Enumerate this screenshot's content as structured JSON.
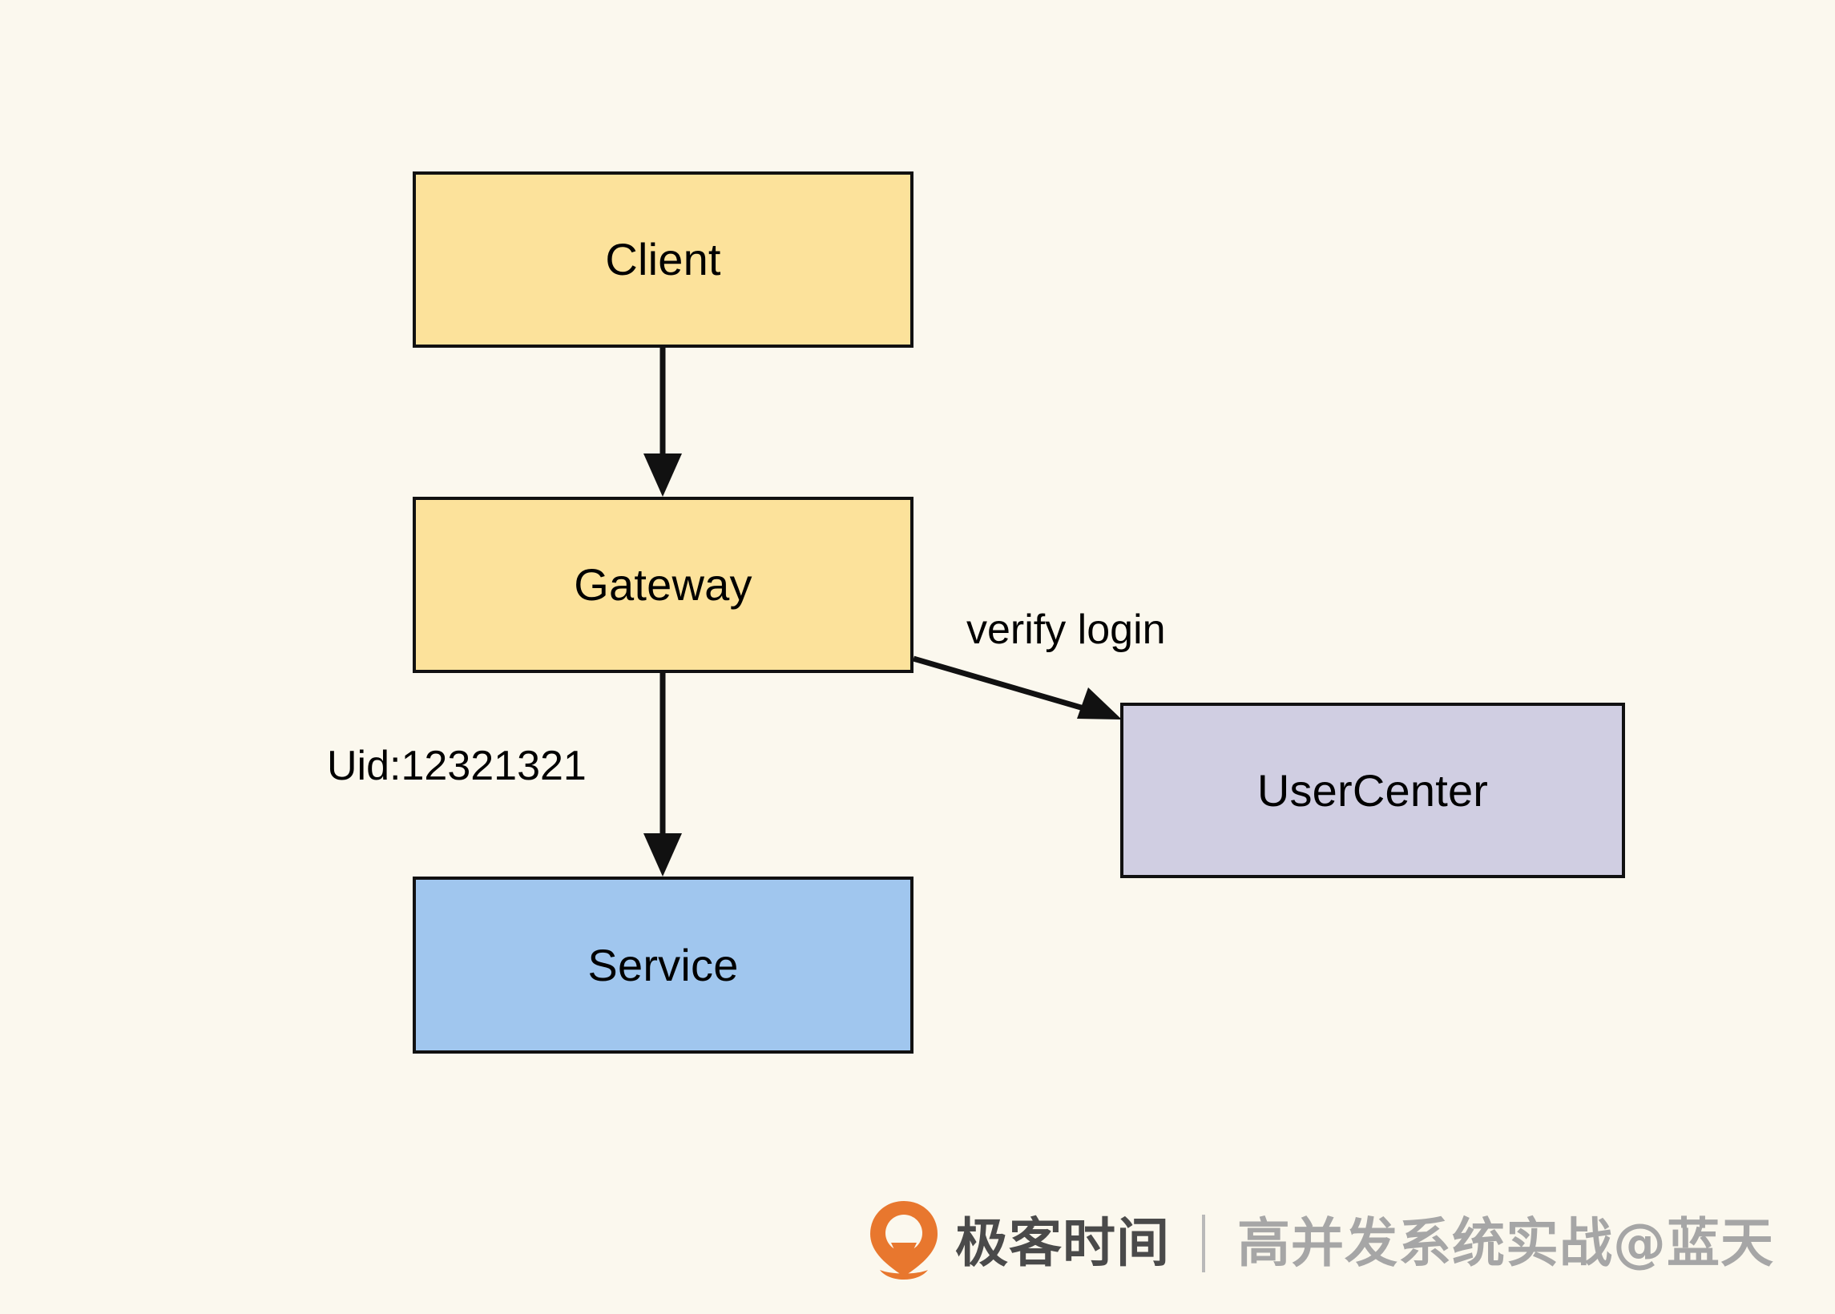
{
  "diagram": {
    "type": "flowchart",
    "background_color": "#FBF8EE",
    "nodes": [
      {
        "id": "client",
        "label": "Client",
        "fill": "#FCE29B",
        "stroke": "#111111"
      },
      {
        "id": "gateway",
        "label": "Gateway",
        "fill": "#FCE29B",
        "stroke": "#111111"
      },
      {
        "id": "service",
        "label": "Service",
        "fill": "#A0C6EE",
        "stroke": "#111111"
      },
      {
        "id": "usercenter",
        "label": "UserCenter",
        "fill": "#D0CEE2",
        "stroke": "#111111"
      }
    ],
    "edges": [
      {
        "id": "client-to-gateway",
        "from": "Client",
        "to": "Gateway",
        "label": ""
      },
      {
        "id": "gateway-to-service",
        "from": "Gateway",
        "to": "Service",
        "label": "Uid:12321321"
      },
      {
        "id": "gateway-to-usercenter",
        "from": "Gateway",
        "to": "UserCenter",
        "label": "verify login"
      }
    ]
  },
  "watermark": {
    "brand": "极客时间",
    "course": "高并发系统实战@蓝天",
    "logo_colors": {
      "primary": "#E8772E",
      "secondary": "#F0A55C"
    }
  }
}
